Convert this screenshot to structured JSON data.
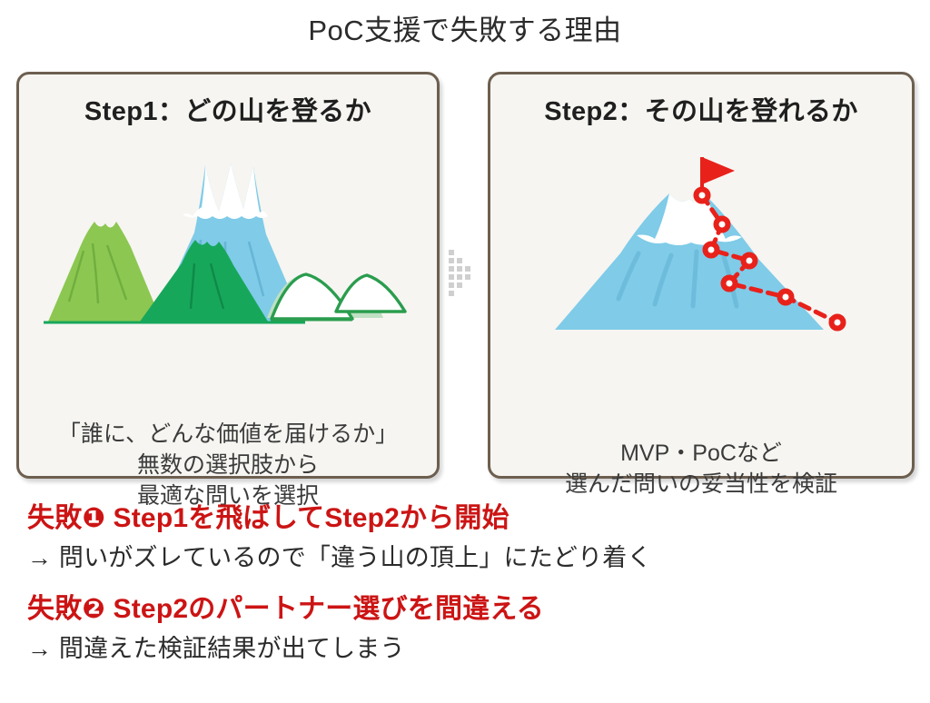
{
  "page": {
    "title": "PoC支援で失敗する理由",
    "background": "#ffffff"
  },
  "colors": {
    "panel_background": "#f6f5f1",
    "panel_border": "#6d5f50",
    "accent_red": "#cc1414",
    "mountain_blue": "#7fcbe8",
    "mountain_green_light": "#8cc751",
    "mountain_green_dark": "#17a75b",
    "hill_outline": "#2a9d4e",
    "snow_white": "#ffffff",
    "divider_dot": "#cfcfcf",
    "text_dark": "#2b2b2b"
  },
  "panels": [
    {
      "id": "step1",
      "title": "Step1：どの山を登るか",
      "caption_lines": [
        "「誰に、どんな価値を届けるか」",
        "無数の選択肢から",
        "最適な問いを選択"
      ],
      "illustration": "multiple-mountains-icon"
    },
    {
      "id": "step2",
      "title": "Step2：その山を登れるか",
      "caption_lines": [
        "MVP・PoCなど",
        "選んだ問いの妥当性を検証"
      ],
      "illustration": "mountain-with-climb-route-icon"
    }
  ],
  "divider": {
    "icon": "dotted-right-arrow-icon"
  },
  "failures": [
    {
      "heading": "失敗❶ Step1を飛ばしてStep2から開始",
      "detail": "→ 問いがズレているので「違う山の頂上」にたどり着く"
    },
    {
      "heading": "失敗❷  Step2のパートナー選びを間違える",
      "detail": "→ 間違えた検証結果が出てしまう"
    }
  ]
}
